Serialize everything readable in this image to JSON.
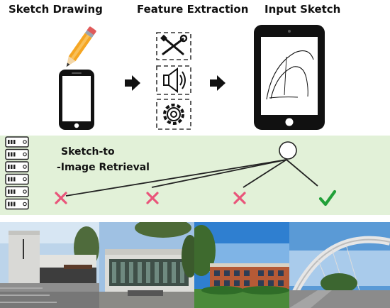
{
  "header": {
    "sketch_drawing": "Sketch Drawing",
    "feature_extraction": "Feature Extraction",
    "input_sketch": "Input Sketch"
  },
  "retrieval": {
    "label_line1": "Sketch-to",
    "label_line2": "-Image Retrieval"
  },
  "icons": {
    "pencil": "pencil-icon",
    "phone": "smartphone-icon",
    "tablet": "tablet-icon",
    "feature_1": "wrench-screwdriver-icon",
    "feature_2": "speaker-icon",
    "feature_3": "gear-icon",
    "database": "server-stack-icon",
    "query": "query-node-icon"
  },
  "results": [
    {
      "mark": "cross",
      "symbol": "✕"
    },
    {
      "mark": "cross",
      "symbol": "✕"
    },
    {
      "mark": "cross",
      "symbol": "✕"
    },
    {
      "mark": "check",
      "symbol": "✓"
    }
  ],
  "colors": {
    "band": "#e2f1d8",
    "cross": "#e9557a",
    "check": "#21a038",
    "device": "#111111"
  }
}
